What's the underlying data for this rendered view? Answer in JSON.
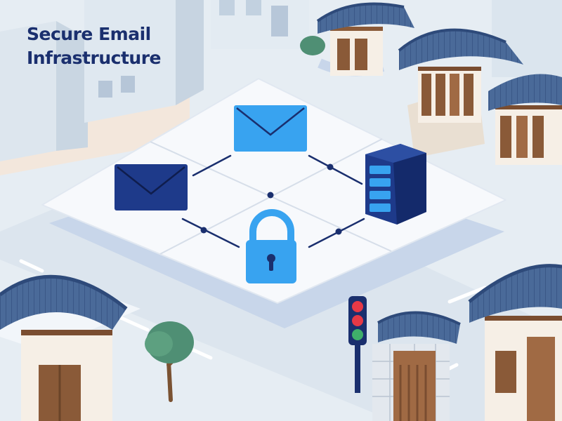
{
  "title": {
    "line1": "Secure Email",
    "line2": "Infrastructure"
  },
  "colors": {
    "background": "#e6edf3",
    "title_text": "#1a2f6e",
    "navy": "#1e3a8a",
    "sky": "#38a3f0",
    "platform": "#f7f9fc",
    "platform_side": "#c8d6ea",
    "roof": "#4a6a99",
    "wood": "#8a5a38"
  },
  "diagram": {
    "nodes": [
      {
        "id": "email-top",
        "icon": "envelope-icon",
        "color": "#38a3f0"
      },
      {
        "id": "email-left",
        "icon": "envelope-icon",
        "color": "#1e3a8a"
      },
      {
        "id": "server",
        "icon": "server-icon",
        "color": "#1e3a8a"
      },
      {
        "id": "lock",
        "icon": "padlock-icon",
        "color": "#38a3f0"
      }
    ],
    "links": [
      [
        "email-left",
        "email-top"
      ],
      [
        "email-top",
        "server"
      ],
      [
        "email-left",
        "lock"
      ],
      [
        "lock",
        "server"
      ]
    ]
  },
  "decor": {
    "traffic_light": {
      "lit": "red"
    },
    "buildings": "hanok",
    "tree": "round-tree"
  }
}
